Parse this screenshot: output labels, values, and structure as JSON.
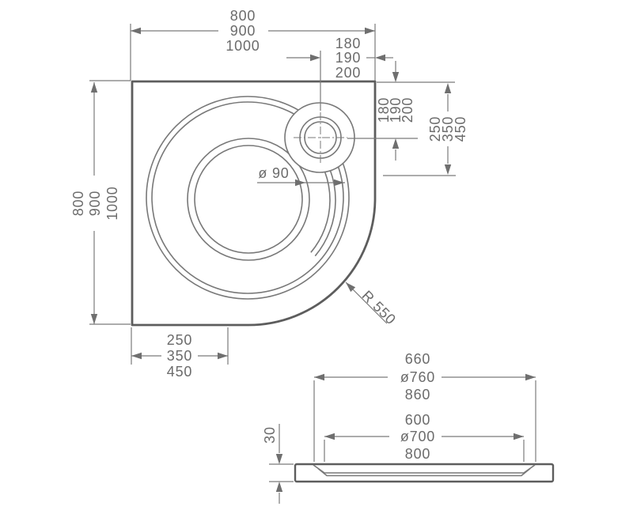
{
  "top_view": {
    "width_mm": [
      "800",
      "900",
      "1000"
    ],
    "depth_mm": [
      "800",
      "900",
      "1000"
    ],
    "drain_offset_horizontal_mm": [
      "180",
      "190",
      "200"
    ],
    "drain_offset_vertical_mm": [
      "180",
      "190",
      "200"
    ],
    "corner_straight_right_mm": [
      "250",
      "350",
      "450"
    ],
    "corner_straight_bottom_mm": [
      "250",
      "350",
      "450"
    ],
    "drain_diameter_label": "ø 90",
    "corner_radius_label": "R 550"
  },
  "side_view": {
    "rim_width_mm": [
      "660",
      "ø760",
      "860"
    ],
    "base_width_mm": [
      "600",
      "ø700",
      "800"
    ],
    "height_label": "30"
  }
}
